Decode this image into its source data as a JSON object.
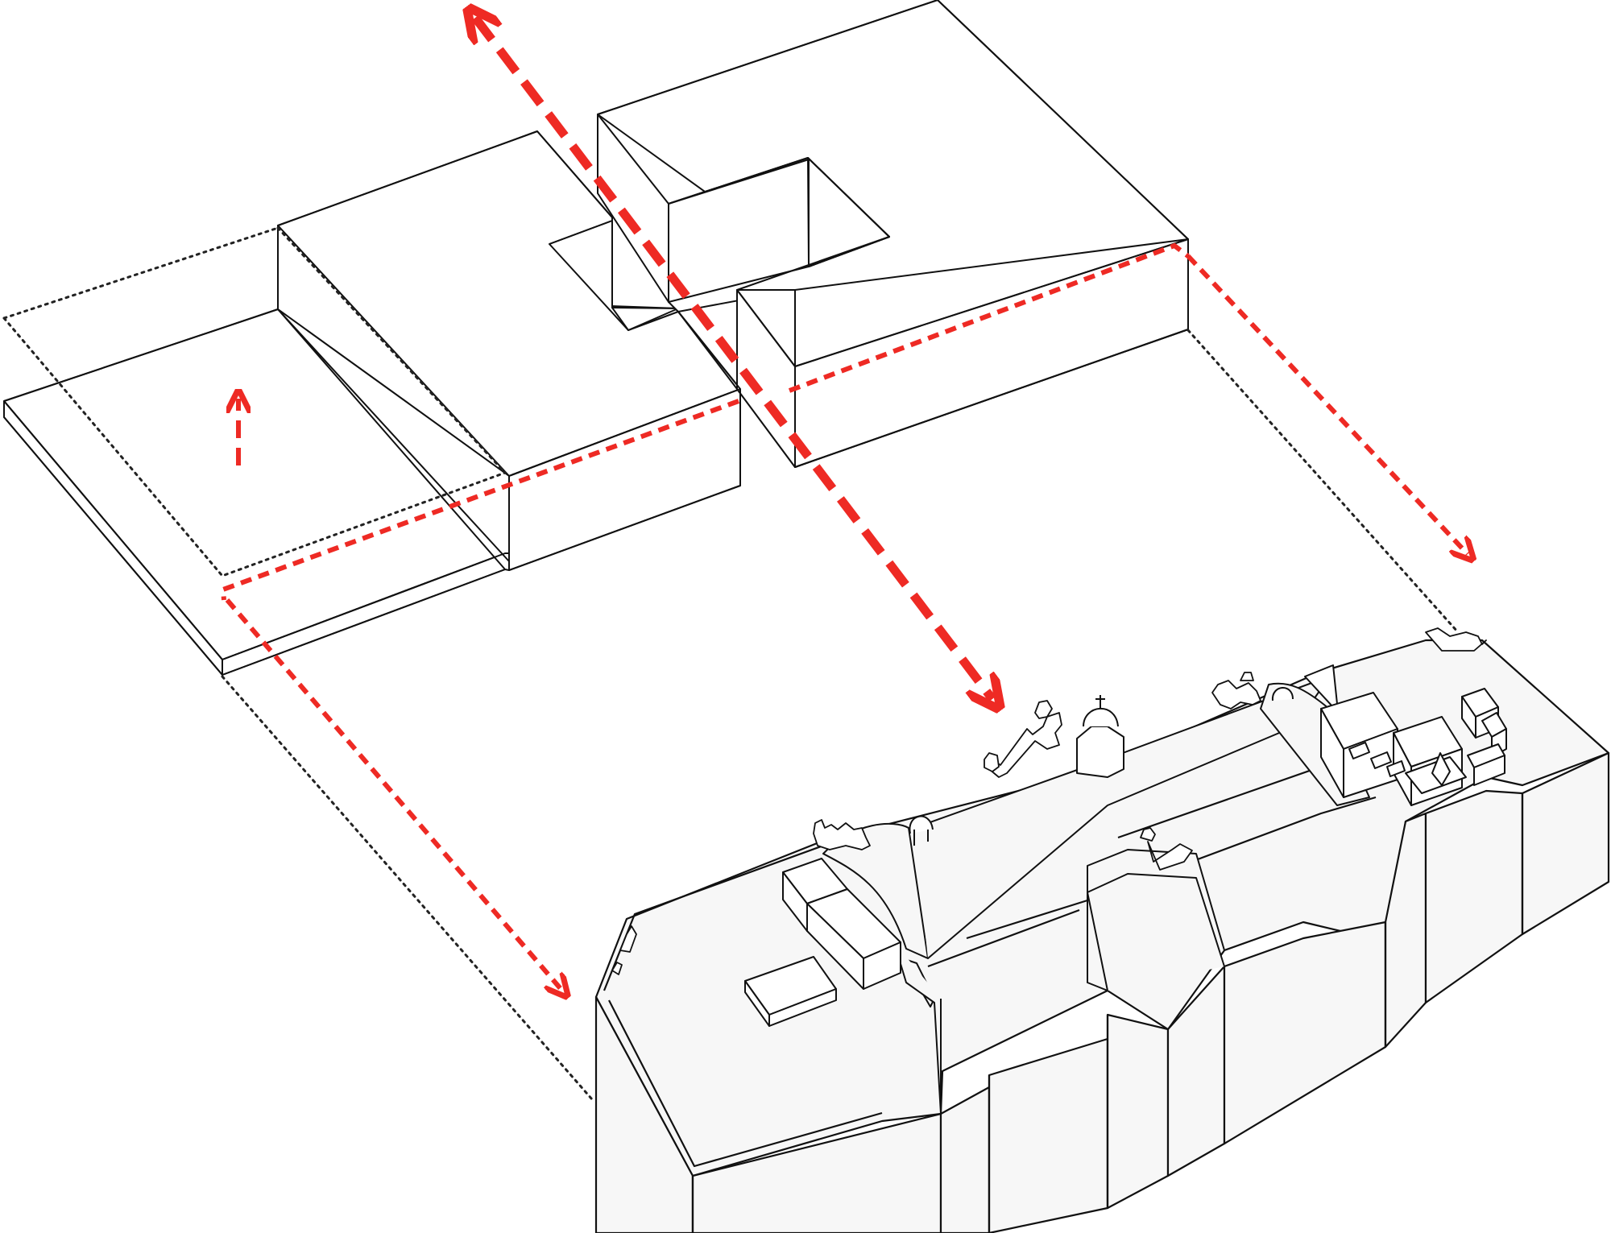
{
  "diagram": {
    "kind": "isometric massing diagram",
    "colors": {
      "background": "#ffffff",
      "line": "#111111",
      "building_fill": "#f7f7f7",
      "arrow": "#ee2a24",
      "projection": "#222222"
    },
    "elements": {
      "massing_blocks": [
        "low-slab-left",
        "central-block",
        "courtyard-block-right",
        "lower-block-right",
        "void-courtyard"
      ],
      "projection_lines": [
        "projection-left",
        "projection-right",
        "projection-dotted-outline"
      ],
      "arrows": [
        "main-diagonal-arrow",
        "left-down-arrow",
        "right-down-arrow",
        "upward-arrow"
      ],
      "existing_building": [
        "church-building-base",
        "church-roof",
        "church-dome-tower",
        "church-statues",
        "church-rooftop-units"
      ]
    }
  }
}
